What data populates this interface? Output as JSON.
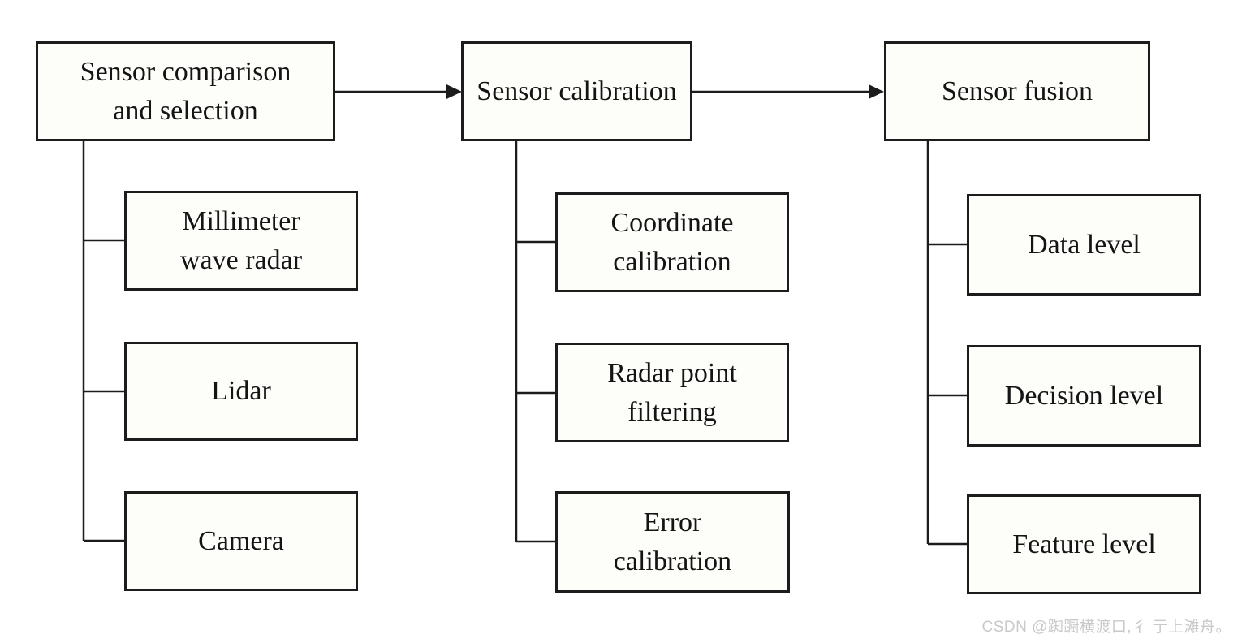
{
  "diagram": {
    "columns": [
      {
        "parent": {
          "label": "Sensor comparison and selection"
        },
        "children": [
          {
            "label": "Millimeter wave radar"
          },
          {
            "label": "Lidar"
          },
          {
            "label": "Camera"
          }
        ]
      },
      {
        "parent": {
          "label": "Sensor calibration"
        },
        "children": [
          {
            "label": "Coordinate calibration"
          },
          {
            "label": "Radar point filtering"
          },
          {
            "label": "Error calibration"
          }
        ]
      },
      {
        "parent": {
          "label": "Sensor fusion"
        },
        "children": [
          {
            "label": "Data level"
          },
          {
            "label": "Decision level"
          },
          {
            "label": "Feature level"
          }
        ]
      }
    ]
  },
  "watermark": {
    "text": "CSDN @踟蹰横渡口,彳 亍上滩舟。"
  },
  "colors": {
    "background": "#ffffff",
    "box_fill": "#fdfdfa",
    "box_border": "#1c1c1c",
    "connector": "#1c1c1c",
    "watermark_text": "#c9c9c9"
  }
}
